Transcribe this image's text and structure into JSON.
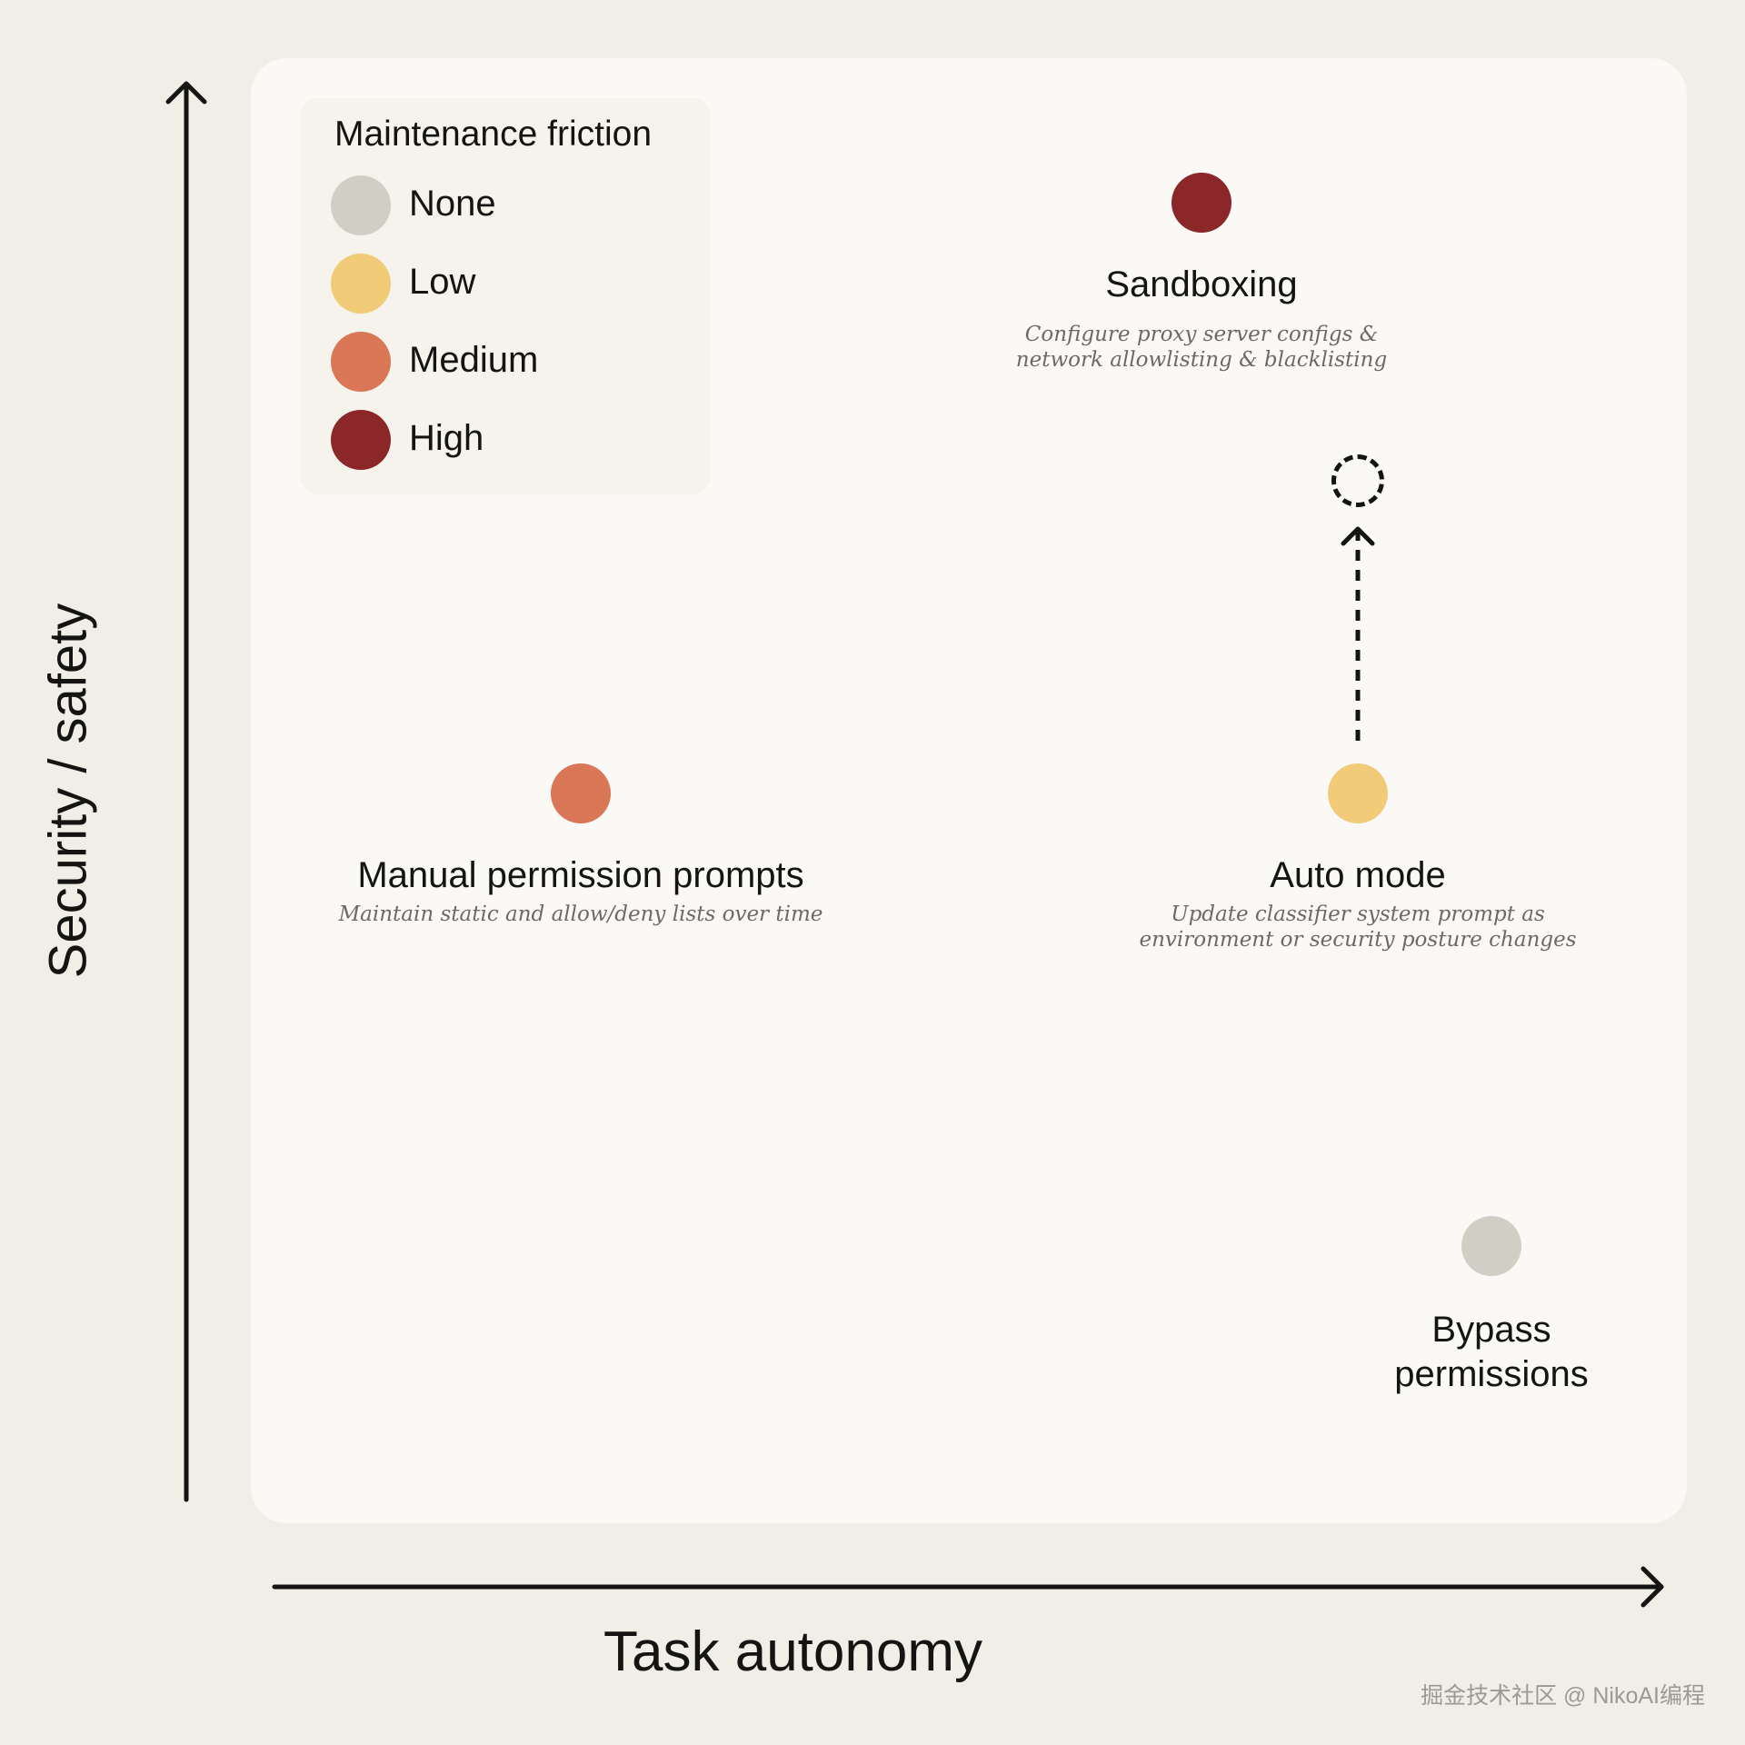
{
  "axes": {
    "y_label": "Security / safety",
    "x_label": "Task autonomy"
  },
  "legend": {
    "title": "Maintenance friction",
    "items": [
      {
        "label": "None",
        "color": "#d1cfc5"
      },
      {
        "label": "Low",
        "color": "#f2cb79"
      },
      {
        "label": "Medium",
        "color": "#d97757"
      },
      {
        "label": "High",
        "color": "#8b2629"
      }
    ]
  },
  "points": {
    "sandboxing": {
      "title": "Sandboxing",
      "desc_1": "Configure proxy server configs &",
      "desc_2": "network allowlisting & blacklisting",
      "friction": "High",
      "color": "#8b2629"
    },
    "manual": {
      "title": "Manual permission prompts",
      "desc_1": "Maintain static and  allow/deny lists over time",
      "friction": "Medium",
      "color": "#d97757"
    },
    "auto": {
      "title": "Auto mode",
      "desc_1": "Update classifier system prompt as",
      "desc_2": "environment or security posture changes",
      "friction": "Low",
      "color": "#f2cb79"
    },
    "bypass": {
      "title_1": "Bypass",
      "title_2": "permissions",
      "friction": "None",
      "color": "#d1cfc5"
    }
  },
  "watermark": "掘金技术社区 @ NikoAI编程"
}
